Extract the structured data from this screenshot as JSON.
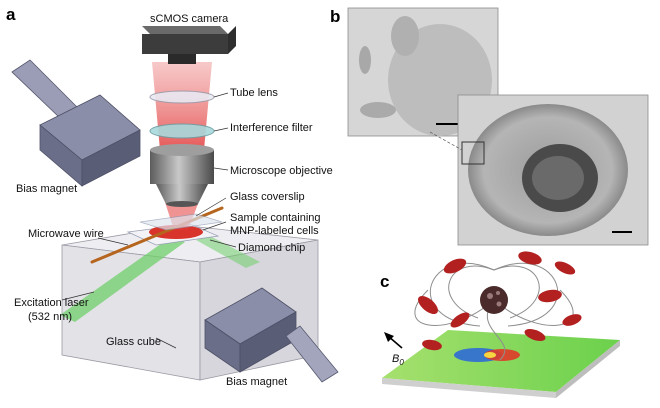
{
  "panels": {
    "a": "a",
    "b": "b",
    "c": "c"
  },
  "labels": {
    "camera": "sCMOS camera",
    "tube_lens": "Tube lens",
    "filter": "Interference filter",
    "objective": "Microscope objective",
    "coverslip": "Glass coverslip",
    "sample_line1": "Sample containing",
    "sample_line2": "MNP-labeled cells",
    "microwave": "Microwave wire",
    "diamond": "Diamond chip",
    "bias_left": "Bias magnet",
    "bias_right": "Bias magnet",
    "laser_line1": "Excitation laser",
    "laser_line2": "(532 nm)",
    "cube": "Glass cube",
    "b0": "B",
    "b0_sub": "0"
  },
  "colors": {
    "laser": "#6fcf6a",
    "red_beam": "#e23b3b",
    "magnet": "#7c7f9c",
    "wire": "#b5651d",
    "cube": "#e6e6ea",
    "sample": "#d9342b",
    "em_background": "#c9c9c9",
    "field_plane": "#7ed957",
    "cell": "#b32020"
  },
  "icons": [
    "camera-icon",
    "magnet-icon",
    "objective-icon",
    "nanoparticle-icon",
    "red-blood-cell-icon"
  ]
}
